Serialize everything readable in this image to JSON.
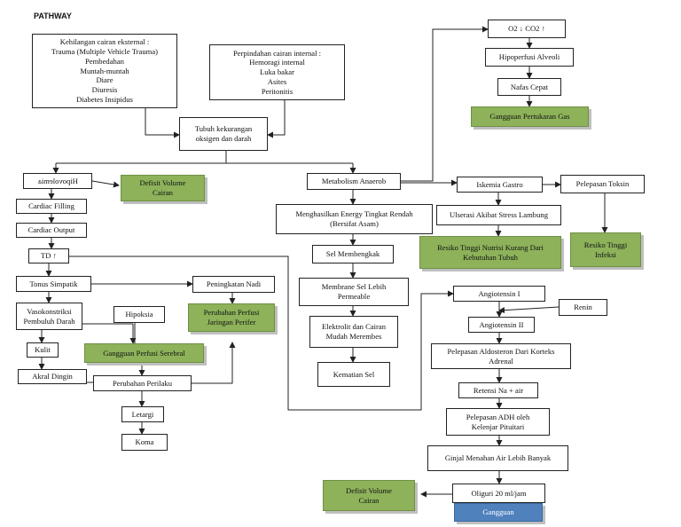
{
  "title": "PATHWAY",
  "nodes": {
    "kehilangan": [
      "Kehilangan cairan eksternal :",
      "Trauma (Multiple Vehicle Trauma)",
      "Pembedahan",
      "Muntah-muntah",
      "Diare",
      "Diuresis",
      "Diabetes Insipidus"
    ],
    "perpindahan": [
      "Perpindahan cairan internal :",
      "Hemoragi internal",
      "Luka bakar",
      "Asites",
      "Peritonitis"
    ],
    "tubuh": [
      "Tubuh kekurangan",
      "oksigen dan darah"
    ],
    "hipovolemia": [
      "Hipovolemia"
    ],
    "defisit1": [
      "Defisit Volume",
      "Cairan"
    ],
    "cardiac_filling": [
      "Cardiac Filling"
    ],
    "cardiac_output": [
      "Cardiac Output"
    ],
    "td": [
      "TD ↑"
    ],
    "tonus": [
      "Tonus Simpatik"
    ],
    "peningkatan_nadi": [
      "Peningkatan Nadi"
    ],
    "perubahan_perfusi": [
      "Perubahan Perfusi",
      "Jaringan Perifer"
    ],
    "vasokonstriksi": [
      "Vasokonstriksi",
      "Pembuluh Darah"
    ],
    "hipoksia": [
      "Hipoksia"
    ],
    "gangguan_perfusi": [
      "Gangguan Perfusi Serebral"
    ],
    "kulit": [
      "Kulit"
    ],
    "akral": [
      "Akral Dingin"
    ],
    "perubahan_perilaku": [
      "Perubahan Perilaku"
    ],
    "letargi": [
      "Letargi"
    ],
    "koma": [
      "Koma"
    ],
    "metabolisme": [
      "Metabolism Anaerob"
    ],
    "energy": [
      "Menghasilkan Energy Tingkat Rendah",
      "(Bersifat Asam)"
    ],
    "sel_membengkak": [
      "Sel Membengkak"
    ],
    "membrane": [
      "Membrane Sel Lebih",
      "Permeable"
    ],
    "elektrolit": [
      "Elektrolit dan Cairan",
      "Mudah Merembes"
    ],
    "kematian": [
      "Kematian Sel"
    ],
    "o2": [
      "O2 ↓ CO2 ↑"
    ],
    "hipoperfusi": [
      "Hipoperfusi Alveoli"
    ],
    "nafas": [
      "Nafas Cepat"
    ],
    "gangguan_gas": [
      "Gangguan Pertukaran Gas"
    ],
    "iskemia": [
      "Iskemia Gastro"
    ],
    "toksin": [
      "Pelepasan Toksin"
    ],
    "ulserasi": [
      "Ulserasi Akibat Stress Lambung"
    ],
    "resiko_nutrisi": [
      "Resiko Tinggi Nutrisi Kurang Dari",
      "Kebutuhan Tubuh"
    ],
    "resiko_infeksi": [
      "Resiko Tinggi",
      "Infeksi"
    ],
    "angio1": [
      "Angiotensin I"
    ],
    "renin": [
      "Renin"
    ],
    "angio2": [
      "Angiotensin II"
    ],
    "aldosteron": [
      "Pelepasan Aldosteron Dari Korteks",
      "Adrenal"
    ],
    "retensi": [
      "Retensi Na + air"
    ],
    "adh": [
      "Pelepasan ADH oleh",
      "Kelenjar Pituitari"
    ],
    "ginjal": [
      "Ginjal Menahan Air Lebih Banyak"
    ],
    "oliguri": [
      "Oliguri 20 ml/jam"
    ],
    "gangguan": [
      "Gangguan"
    ],
    "defisit2": [
      "Defisit Volume",
      "Cairan"
    ]
  },
  "colors": {
    "nursing_diagnosis": "#8db25a",
    "highlight": "#4f81bd",
    "line": "#222222"
  }
}
